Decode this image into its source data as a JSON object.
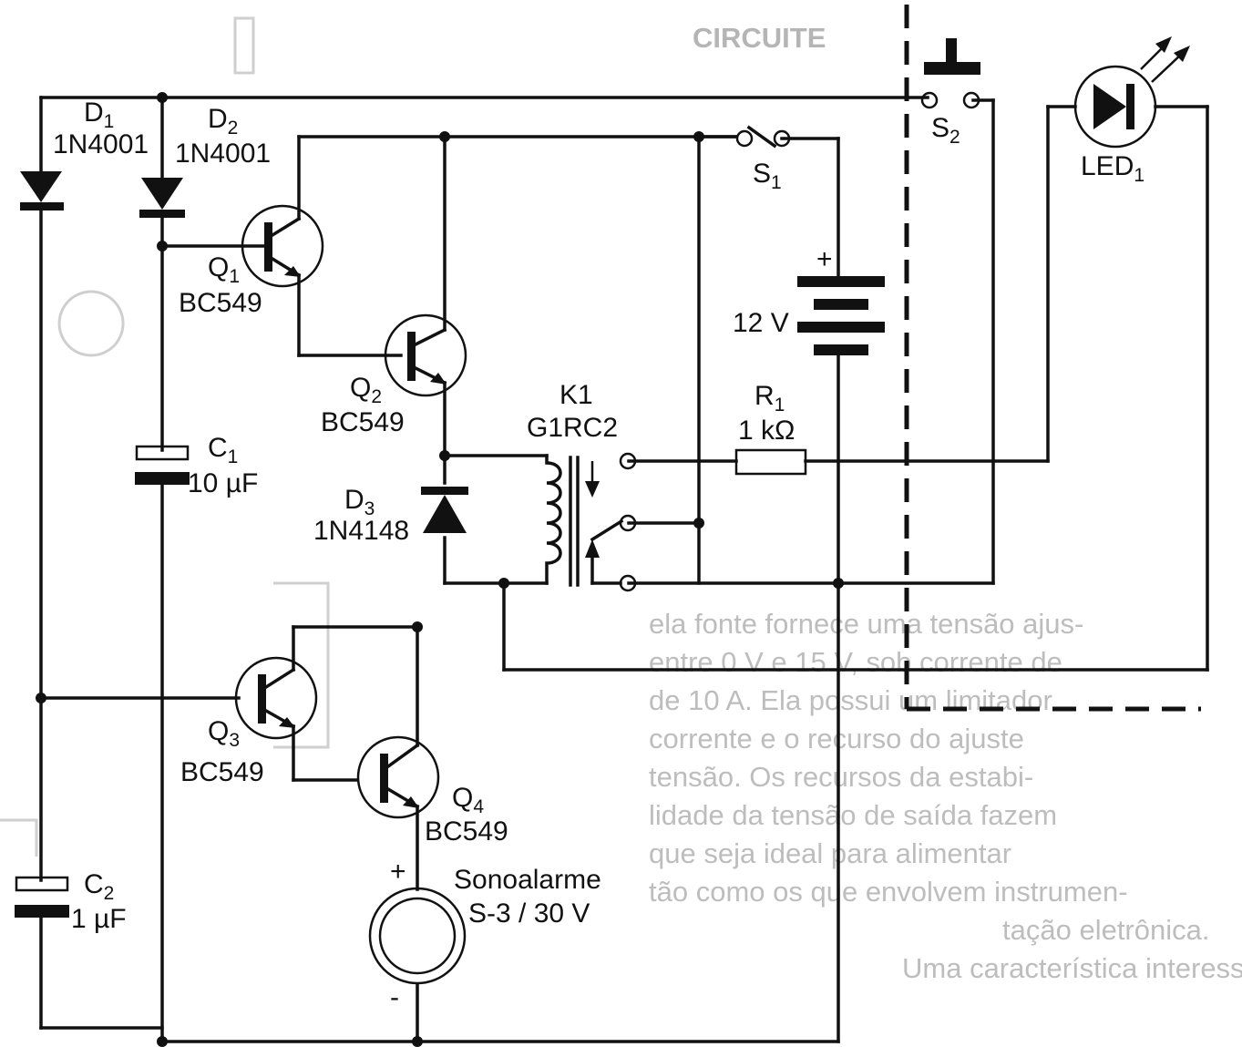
{
  "components": {
    "d1": {
      "ref": "D",
      "sub": "1",
      "part": "1N4001"
    },
    "d2": {
      "ref": "D",
      "sub": "2",
      "part": "1N4001"
    },
    "d3": {
      "ref": "D",
      "sub": "3",
      "part": "1N4148"
    },
    "q1": {
      "ref": "Q",
      "sub": "1",
      "part": "BC549"
    },
    "q2": {
      "ref": "Q",
      "sub": "2",
      "part": "BC549"
    },
    "q3": {
      "ref": "Q",
      "sub": "3",
      "part": "BC549"
    },
    "q4": {
      "ref": "Q",
      "sub": "4",
      "part": "BC549"
    },
    "c1": {
      "ref": "C",
      "sub": "1",
      "value": "10 µF"
    },
    "c2": {
      "ref": "C",
      "sub": "2",
      "value": "1 µF"
    },
    "k1": {
      "ref": "K1",
      "part": "G1RC2"
    },
    "r1": {
      "ref": "R",
      "sub": "1",
      "value": "1 kΩ"
    },
    "s1": {
      "ref": "S",
      "sub": "1"
    },
    "s2": {
      "ref": "S",
      "sub": "2"
    },
    "led1": {
      "ref": "LED",
      "sub": "1"
    },
    "battery": {
      "value": "12 V",
      "plus": "+"
    },
    "buzzer": {
      "name": "Sonoalarme",
      "part": "S-3 / 30 V",
      "plus": "+",
      "minus": "-"
    }
  },
  "background_text": {
    "heading": "CIRCUITE",
    "lines": [
      "ela fonte fornece uma tensão ajus-",
      "entre 0 V e 15 V, sob corrente de",
      "de 10 A. Ela possui um limitador",
      "corrente e o recurso do ajuste",
      "tensão. Os recursos da estabi-",
      "lidade da tensão de saída fazem",
      "que seja ideal para alimentar",
      "tão como os que envolvem instrumen-",
      "tação eletrônica.",
      "Uma característica interessante do"
    ]
  }
}
